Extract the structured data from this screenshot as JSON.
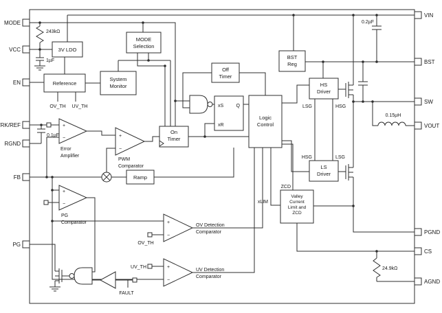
{
  "pins": {
    "left": [
      "MODE",
      "VCC",
      "EN",
      "TRK/REF",
      "RGND",
      "FB",
      "PG"
    ],
    "right": [
      "VIN",
      "BST",
      "SW",
      "VOUT",
      "PGND",
      "CS",
      "AGND"
    ]
  },
  "blocks": {
    "ldo": "3V LDO",
    "mode_selection_1": "MODE",
    "mode_selection_2": "Selection",
    "reference": "Reference",
    "system_monitor_1": "System",
    "system_monitor_2": "Monitor",
    "off_timer_1": "Off",
    "off_timer_2": "Timer",
    "on_timer_1": "On",
    "on_timer_2": "Timer",
    "logic_control_1": "Logic",
    "logic_control_2": "Control",
    "bst_reg_1": "BST",
    "bst_reg_2": "Reg",
    "hs_driver_1": "HS",
    "hs_driver_2": "Driver",
    "ls_driver_1": "LS",
    "ls_driver_2": "Driver",
    "valley_1": "Valley",
    "valley_2": "Current",
    "valley_3": "Limit and",
    "valley_4": "ZCD",
    "ramp": "Ramp"
  },
  "amps": {
    "error_1": "Error",
    "error_2": "Amplifier",
    "pwm_1": "PWM",
    "pwm_2": "Comparator",
    "pg_1": "PG",
    "pg_2": "Comparator",
    "ov_1": "OV Detection",
    "ov_2": "Comparator",
    "uv_1": "UV Detection",
    "uv_2": "Comparator"
  },
  "gates": {
    "latch_s": "xS",
    "latch_r": "xR",
    "latch_q": "Q"
  },
  "signals": {
    "ov_th_ref": "OV_TH",
    "uv_th_ref": "UV_TH",
    "ov_th": "OV_TH",
    "uv_th": "UV_TH",
    "lsg_top": "LSG",
    "hsg_top": "HSG",
    "hsg_bot": "HSG",
    "lsg_bot": "LSG",
    "zcd": "ZCD",
    "xlim": "xLIM",
    "fault": "FAULT"
  },
  "components": {
    "r_mode": "243kΩ",
    "c_vcc": "1µF",
    "c_ref": "0.1µF",
    "c_bst": "0.2µF",
    "l_out": "0.15µH",
    "r_cs": "24.9kΩ"
  },
  "symbols": {
    "plus": "+",
    "minus": "−"
  }
}
